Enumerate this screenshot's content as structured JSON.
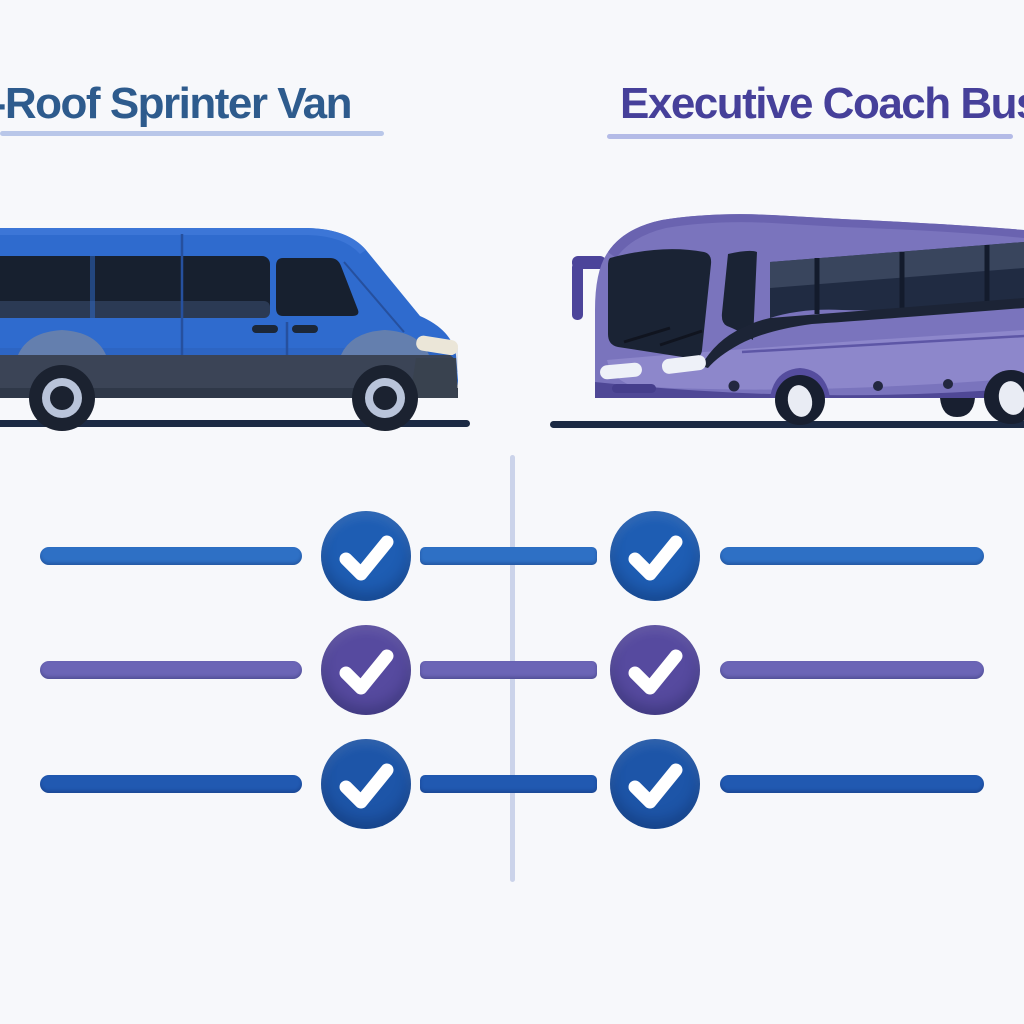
{
  "page": {
    "background_color": "#f7f8fb",
    "divider_color": "#cbd3ea"
  },
  "columns": [
    {
      "title": "High-Roof Sprinter Van",
      "title_color": "#2e5b8d",
      "underline_color": "#b9c7e9",
      "vehicle": "high-roof-sprinter-van",
      "vehicle_primary_color": "#2f6bce"
    },
    {
      "title": "Executive Coach Bus",
      "title_color": "#46409a",
      "underline_color": "#b4bbe7",
      "vehicle": "executive-coach-bus",
      "vehicle_primary_color": "#7a74bd"
    }
  ],
  "comparison": {
    "checkmark_color": "#ffffff",
    "rows": [
      {
        "id": "comparison-row-1",
        "bar_color": "#2e70c5",
        "circle_color": "#1e5db3",
        "left_check": true,
        "right_check": true
      },
      {
        "id": "comparison-row-2",
        "bar_color": "#6b65b6",
        "circle_color": "#564a9f",
        "left_check": true,
        "right_check": true
      },
      {
        "id": "comparison-row-3",
        "bar_color": "#2159b1",
        "circle_color": "#1d55a8",
        "left_check": true,
        "right_check": true
      }
    ]
  }
}
